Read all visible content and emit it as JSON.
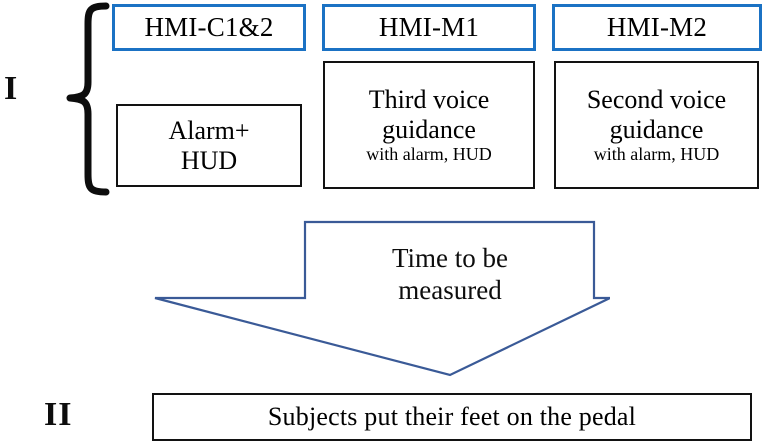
{
  "figure": {
    "type": "flow-diagram",
    "sections": [
      {
        "id": "section-I",
        "label": "I"
      },
      {
        "id": "section-II",
        "label": "II"
      }
    ],
    "colors": {
      "blue_outline": "#1b72c4",
      "black_outline": "#121212",
      "arrow_outline": "#3a5a97",
      "background": "#ffffff",
      "text": "#0d0d0d"
    },
    "condition_columns": [
      {
        "id": "hmi-c1-2",
        "header": "HMI-C1&2",
        "body_main": "Alarm+\nHUD",
        "body_main_lines": [
          "Alarm+",
          "HUD"
        ],
        "body_sub": ""
      },
      {
        "id": "hmi-m1",
        "header": "HMI-M1",
        "body_main": "Third voice\nguidance",
        "body_main_lines": [
          "Third voice",
          "guidance"
        ],
        "body_sub": "with alarm, HUD"
      },
      {
        "id": "hmi-m2",
        "header": "HMI-M2",
        "body_main": "Second voice\nguidance",
        "body_main_lines": [
          "Second voice",
          "guidance"
        ],
        "body_sub": "with alarm, HUD"
      }
    ],
    "arrow": {
      "name": "down-block-arrow",
      "label_lines": [
        "Time to be",
        "measured"
      ],
      "label": "Time to be measured",
      "direction": "down"
    },
    "outcome": {
      "id": "subjects-pedal",
      "text": "Subjects put their feet on the pedal"
    },
    "brace": {
      "name": "left-curly-brace",
      "groups": "I"
    }
  }
}
